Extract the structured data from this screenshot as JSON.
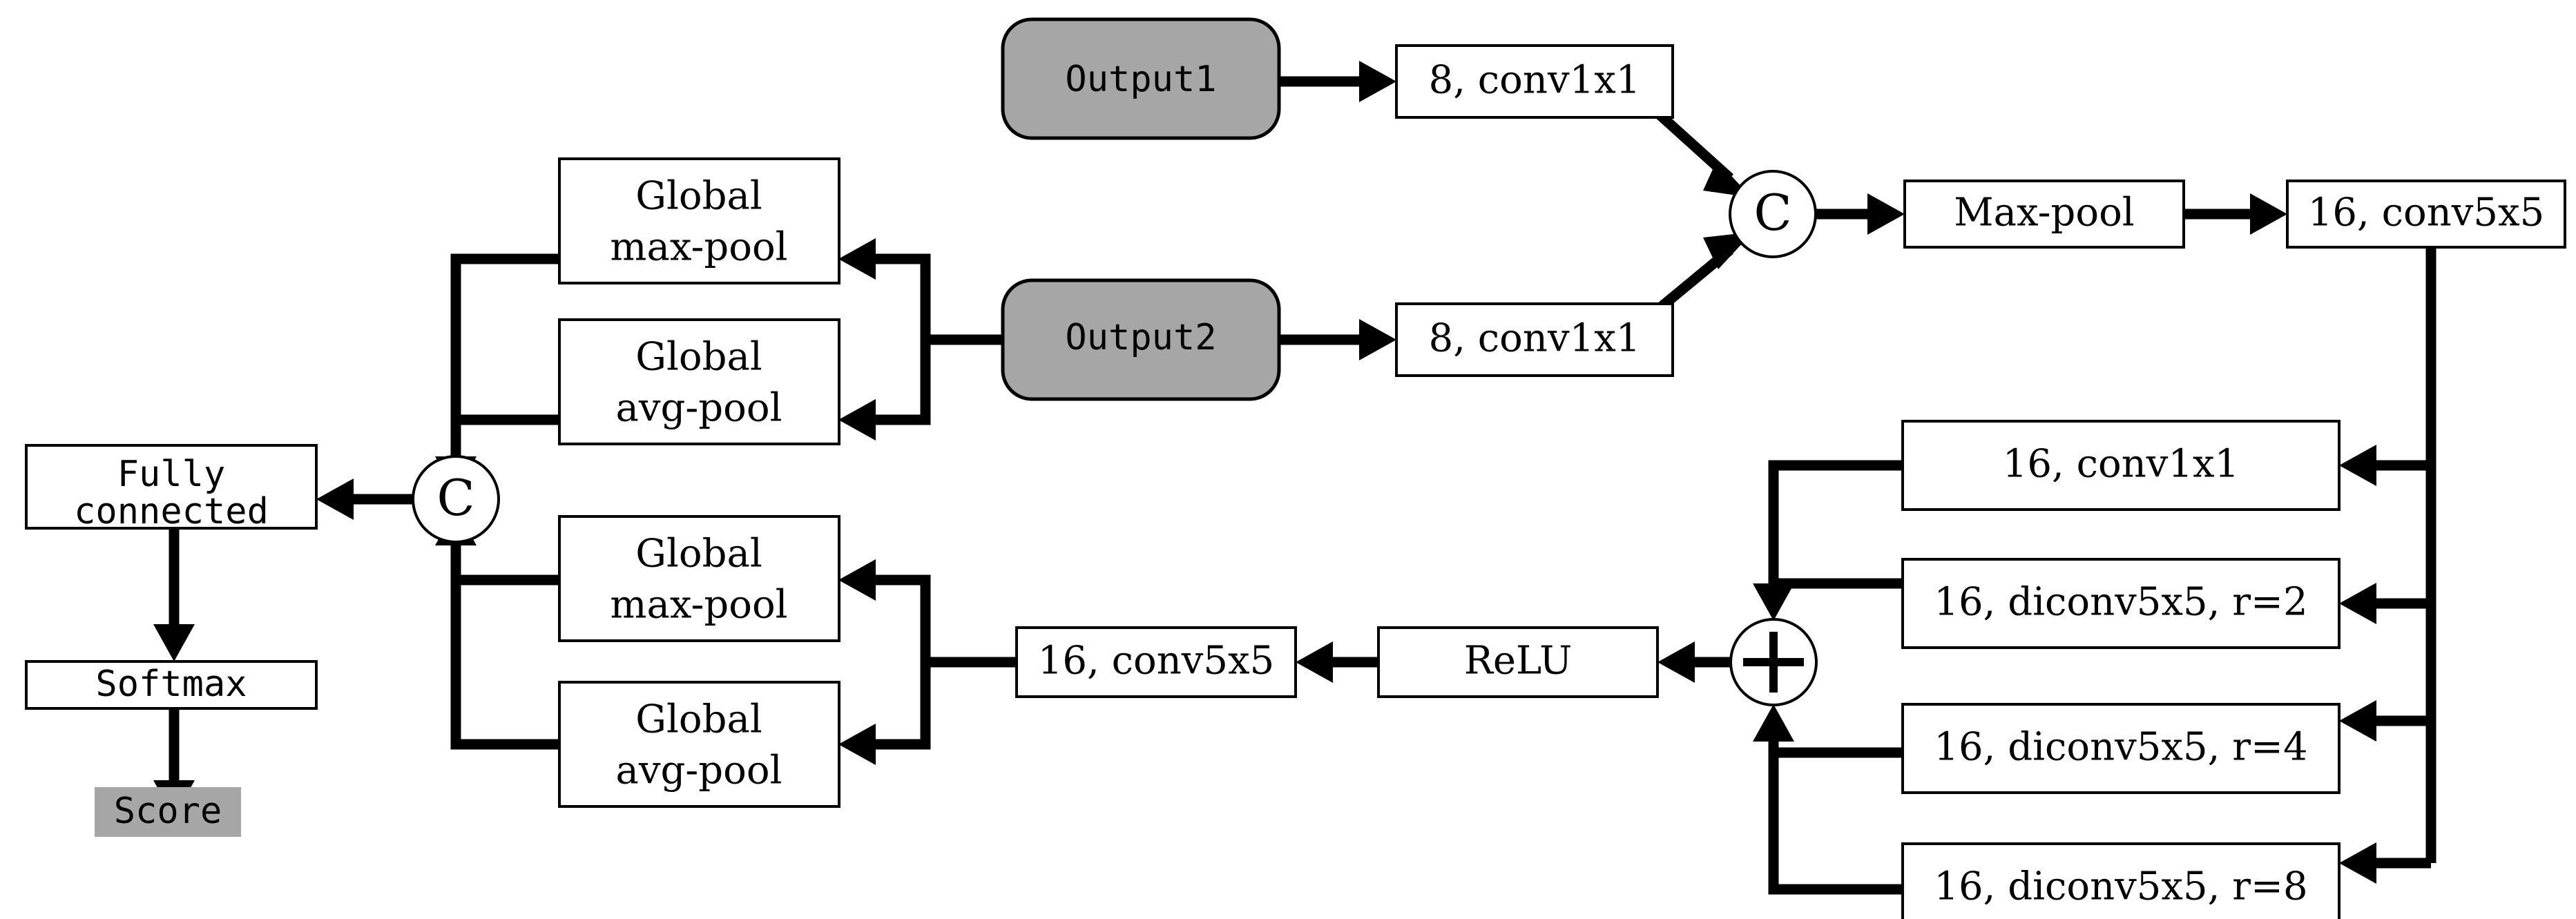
{
  "diagram": {
    "title": "Attention-based feature fusion network architecture",
    "background_color": "#ffffff",
    "line_color": "#000000",
    "shaded_fill": "#a6a6a6",
    "box_fill": "#ffffff"
  },
  "nodes": {
    "output1": {
      "label": "Output1",
      "shape": "rounded-rect",
      "fill": "#a6a6a6"
    },
    "output2": {
      "label": "Output2",
      "shape": "rounded-rect",
      "fill": "#a6a6a6"
    },
    "conv1x1_top": {
      "label": "8, conv1x1",
      "shape": "rect",
      "fill": "#ffffff"
    },
    "conv1x1_mid": {
      "label": "8, conv1x1",
      "shape": "rect",
      "fill": "#ffffff"
    },
    "concat_right": {
      "label": "C",
      "shape": "circle",
      "fill": "#ffffff"
    },
    "maxpool": {
      "label": "Max-pool",
      "shape": "rect",
      "fill": "#ffffff"
    },
    "conv5x5_top": {
      "label": "16, conv5x5",
      "shape": "rect",
      "fill": "#ffffff"
    },
    "branch_conv1x1": {
      "label": "16, conv1x1",
      "shape": "rect",
      "fill": "#ffffff"
    },
    "branch_diconv_r2": {
      "label": "16, diconv5x5, r=2",
      "shape": "rect",
      "fill": "#ffffff"
    },
    "branch_diconv_r4": {
      "label": "16, diconv5x5, r=4",
      "shape": "rect",
      "fill": "#ffffff"
    },
    "branch_diconv_r8": {
      "label": "16, diconv5x5, r=8",
      "shape": "rect",
      "fill": "#ffffff"
    },
    "sum_node": {
      "label": "+",
      "shape": "circle",
      "fill": "#ffffff"
    },
    "relu": {
      "label": "ReLU",
      "shape": "rect",
      "fill": "#ffffff"
    },
    "conv5x5_bottom": {
      "label": "16, conv5x5",
      "shape": "rect",
      "fill": "#ffffff"
    },
    "gmp_upper_line1": {
      "label": "Global"
    },
    "gmp_upper_line2": {
      "label": "max-pool"
    },
    "gap_upper_line1": {
      "label": "Global"
    },
    "gap_upper_line2": {
      "label": "avg-pool"
    },
    "gmp_lower_line1": {
      "label": "Global"
    },
    "gmp_lower_line2": {
      "label": "max-pool"
    },
    "gap_lower_line1": {
      "label": "Global"
    },
    "gap_lower_line2": {
      "label": "avg-pool"
    },
    "concat_left": {
      "label": "C",
      "shape": "circle",
      "fill": "#ffffff"
    },
    "fc_line1": {
      "label": "Fully"
    },
    "fc_line2": {
      "label": "connected"
    },
    "softmax": {
      "label": "Softmax",
      "shape": "rect",
      "fill": "#ffffff"
    },
    "score": {
      "label": "Score",
      "shape": "rect",
      "fill": "#a6a6a6"
    }
  },
  "edges": [
    {
      "from": "output1",
      "to": "conv1x1_top",
      "kind": "arrow"
    },
    {
      "from": "conv1x1_top",
      "to": "concat_right",
      "kind": "arrow-diagonal"
    },
    {
      "from": "output2",
      "to": "conv1x1_mid",
      "kind": "arrow"
    },
    {
      "from": "conv1x1_mid",
      "to": "concat_right",
      "kind": "arrow-diagonal"
    },
    {
      "from": "output2",
      "to": "gmp_upper",
      "kind": "arrow-elbow"
    },
    {
      "from": "output2",
      "to": "gap_upper",
      "kind": "arrow-elbow"
    },
    {
      "from": "concat_right",
      "to": "maxpool",
      "kind": "arrow"
    },
    {
      "from": "maxpool",
      "to": "conv5x5_top",
      "kind": "arrow"
    },
    {
      "from": "conv5x5_top",
      "to": "branch_conv1x1",
      "kind": "arrow-elbow"
    },
    {
      "from": "conv5x5_top",
      "to": "branch_diconv_r2",
      "kind": "arrow-elbow"
    },
    {
      "from": "conv5x5_top",
      "to": "branch_diconv_r4",
      "kind": "arrow-elbow"
    },
    {
      "from": "conv5x5_top",
      "to": "branch_diconv_r8",
      "kind": "arrow-elbow"
    },
    {
      "from": "branch_conv1x1",
      "to": "sum_node",
      "kind": "arrow-elbow"
    },
    {
      "from": "branch_diconv_r2",
      "to": "sum_node",
      "kind": "arrow-elbow"
    },
    {
      "from": "branch_diconv_r4",
      "to": "sum_node",
      "kind": "arrow-elbow"
    },
    {
      "from": "branch_diconv_r8",
      "to": "sum_node",
      "kind": "arrow-elbow"
    },
    {
      "from": "sum_node",
      "to": "relu",
      "kind": "arrow"
    },
    {
      "from": "relu",
      "to": "conv5x5_bottom",
      "kind": "arrow"
    },
    {
      "from": "conv5x5_bottom",
      "to": "gmp_lower",
      "kind": "arrow-elbow"
    },
    {
      "from": "conv5x5_bottom",
      "to": "gap_lower",
      "kind": "arrow-elbow"
    },
    {
      "from": "gmp_upper",
      "to": "concat_left",
      "kind": "elbow"
    },
    {
      "from": "gap_upper",
      "to": "concat_left",
      "kind": "elbow"
    },
    {
      "from": "gmp_lower",
      "to": "concat_left",
      "kind": "elbow"
    },
    {
      "from": "gap_lower",
      "to": "concat_left",
      "kind": "elbow"
    },
    {
      "from": "concat_left",
      "to": "fully_connected",
      "kind": "arrow"
    },
    {
      "from": "fully_connected",
      "to": "softmax",
      "kind": "arrow"
    },
    {
      "from": "softmax",
      "to": "score",
      "kind": "arrow"
    }
  ],
  "chart_data": {
    "type": "diagram",
    "title": "Network architecture flow diagram",
    "blocks": [
      "Output1",
      "Output2",
      "8, conv1x1",
      "8, conv1x1",
      "C",
      "Max-pool",
      "16, conv5x5",
      "16, conv1x1",
      "16, diconv5x5, r=2",
      "16, diconv5x5, r=4",
      "16, diconv5x5, r=8",
      "+",
      "ReLU",
      "16, conv5x5",
      "Global max-pool",
      "Global avg-pool",
      "Global max-pool",
      "Global avg-pool",
      "C",
      "Fully connected",
      "Softmax",
      "Score"
    ]
  }
}
